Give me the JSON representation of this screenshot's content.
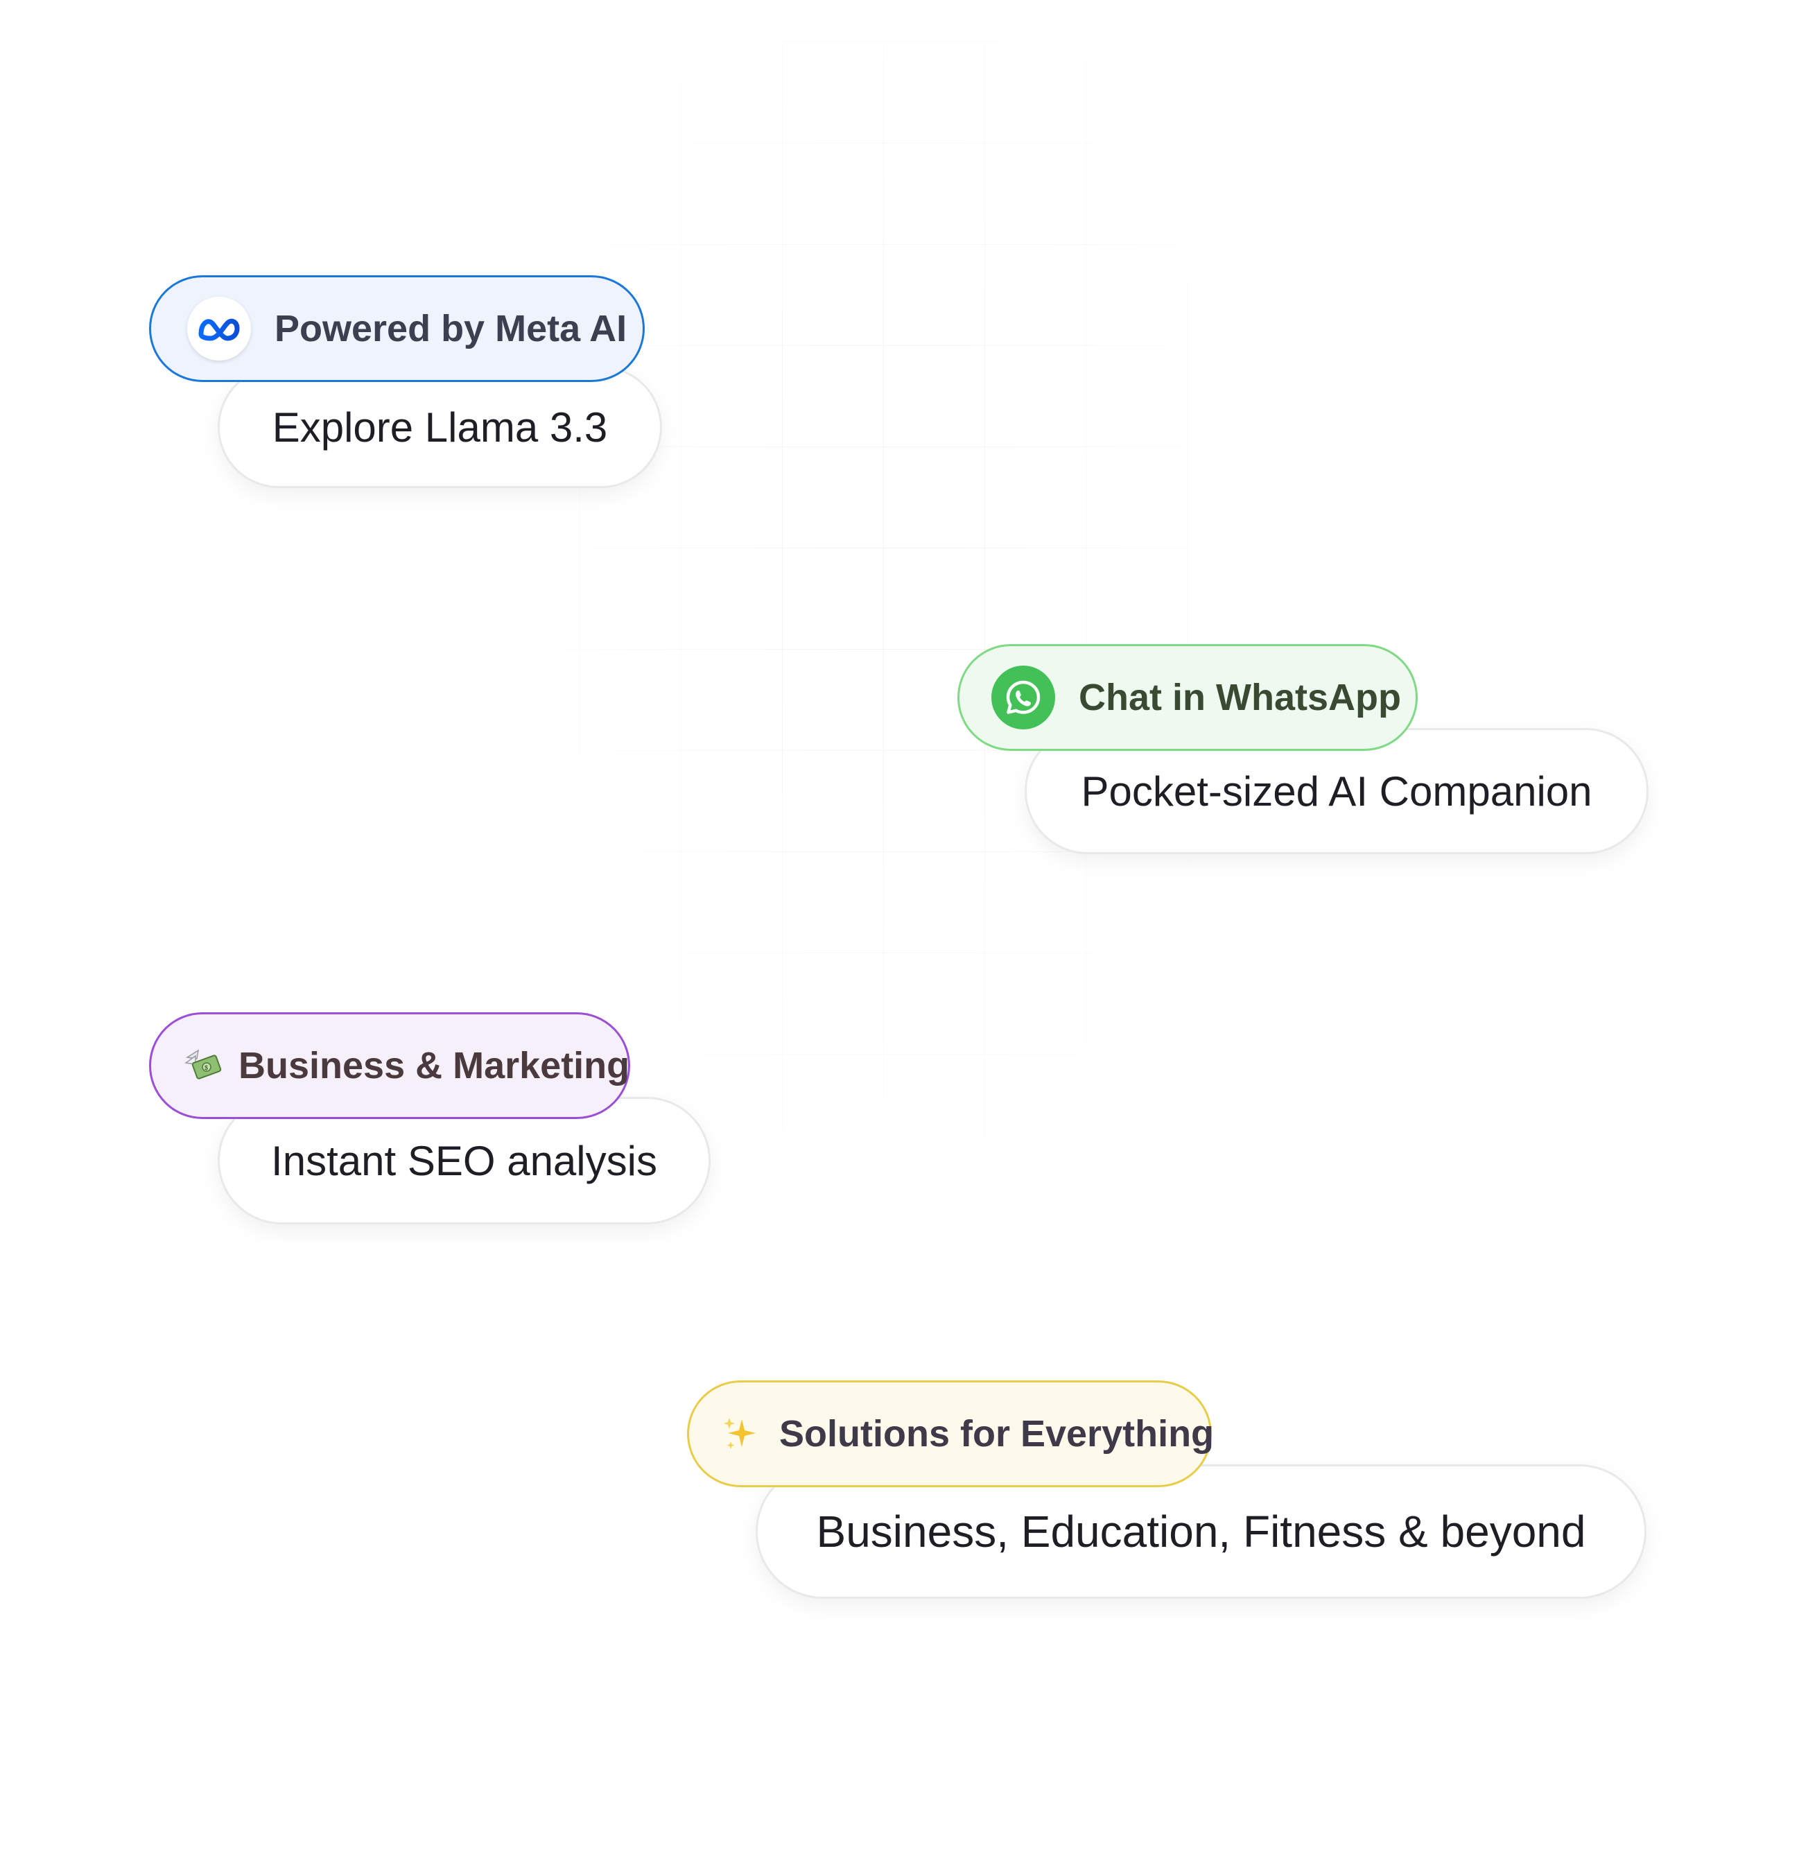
{
  "features": [
    {
      "pill_label": "Powered by Meta AI",
      "card_text": "Explore Llama 3.3",
      "icon": "meta-logo-icon",
      "pill_border": "#1a79d8",
      "pill_bg": "#eef3fd"
    },
    {
      "pill_label": "Chat in WhatsApp",
      "card_text": "Pocket-sized AI Companion",
      "icon": "whatsapp-icon",
      "pill_border": "#7fd985",
      "pill_bg": "#eefaef"
    },
    {
      "pill_label": "Business & Marketing",
      "card_text": "Instant SEO analysis",
      "icon": "money-with-wings-icon",
      "pill_border": "#9b4fd6",
      "pill_bg": "#f6f0fb"
    },
    {
      "pill_label": "Solutions for Everything",
      "card_text": "Business, Education, Fitness & beyond",
      "icon": "sparkles-icon",
      "pill_border": "#e8cd4a",
      "pill_bg": "#fdfaec"
    }
  ]
}
